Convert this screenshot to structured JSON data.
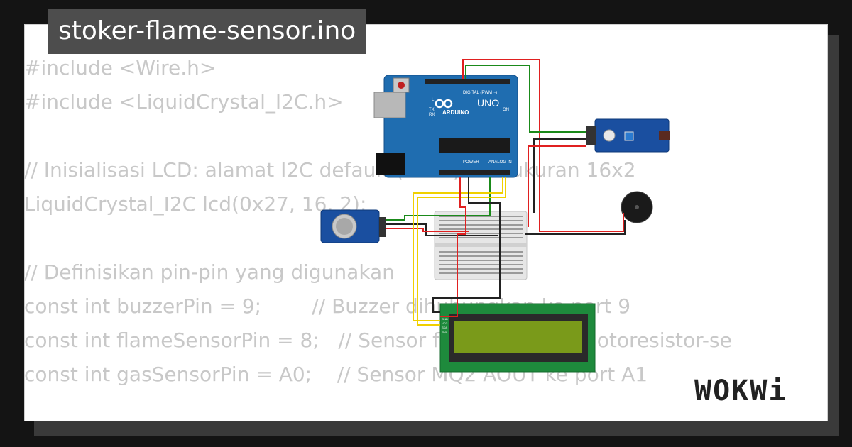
{
  "project": {
    "title": "stoker-flame-sensor.ino"
  },
  "code_lines": [
    "#include <Wire.h>",
    "#include <LiquidCrystal_I2C.h>",
    "",
    "// Inisialisasi LCD: alamat I2C default (0x27) dan ukuran 16x2",
    "LiquidCrystal_I2C lcd(0x27, 16, 2);",
    "",
    "// Definisikan pin-pin yang digunakan",
    "const int buzzerPin = 9;        // Buzzer dihubungkan ke port 9",
    "const int flameSensorPin = 8;   // Sensor flame (wokwi-photoresistor-se",
    "const int gasSensorPin = A0;    // Sensor MQ2 AOUT ke port A1"
  ],
  "arduino": {
    "brand": "ARDUINO",
    "model": "UNO",
    "header_digital": "DIGITAL (PWM ~)",
    "header_power": "POWER",
    "header_analog": "ANALOG IN",
    "label_on": "ON",
    "label_tx": "TX",
    "label_rx": "RX",
    "label_l": "L"
  },
  "lcd": {
    "pin_labels": [
      "GND",
      "VCC",
      "SDA",
      "SCL"
    ]
  },
  "branding": {
    "logo": "WOKWi"
  },
  "colors": {
    "arduino_blue": "#1f6db0",
    "sensor_blue": "#1a4fa0",
    "lcd_green": "#1e8a3c",
    "lcd_screen": "#7a9a1a",
    "wire_red": "#e02020",
    "wire_black": "#222222",
    "wire_green": "#1a8a1a",
    "wire_yellow": "#f0d000"
  }
}
